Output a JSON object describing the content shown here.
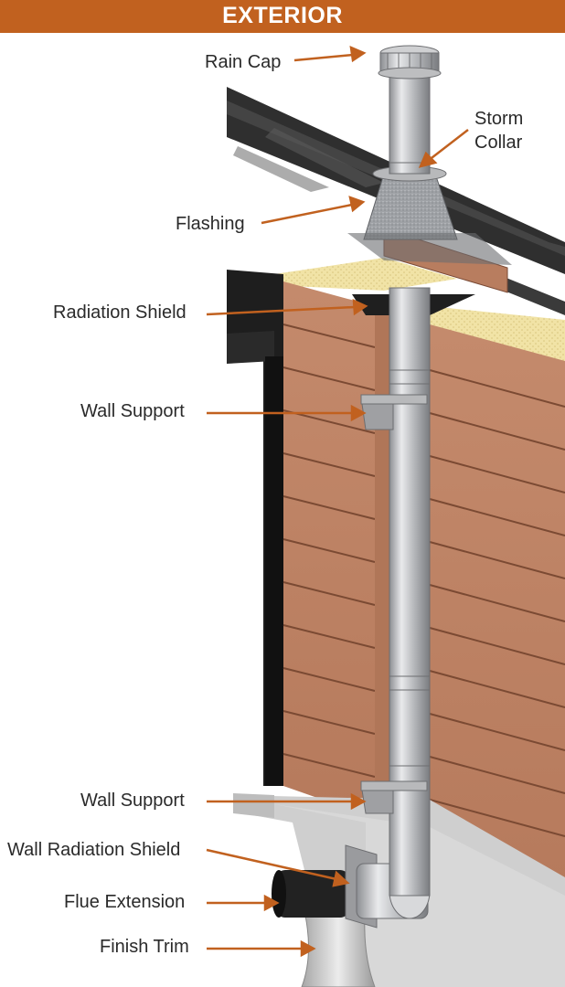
{
  "header": {
    "title": "EXTERIOR"
  },
  "labels": {
    "rain_cap": "Rain Cap",
    "storm_collar_line1": "Storm",
    "storm_collar_line2": "Collar",
    "flashing": "Flashing",
    "radiation_shield": "Radiation Shield",
    "wall_support_upper": "Wall Support",
    "wall_support_lower": "Wall Support",
    "wall_radiation_shield": "Wall Radiation Shield",
    "flue_extension": "Flue Extension",
    "finish_trim": "Finish Trim"
  },
  "colors": {
    "header": "#c1611f",
    "arrow": "#c1611f",
    "siding": "#c4876a",
    "insulation": "#f1e3a6",
    "roof": "#2e2e2e",
    "foundation": "#d9d9d9",
    "pipe": "#c9cacc"
  },
  "icons": [
    "arrow-icon"
  ]
}
